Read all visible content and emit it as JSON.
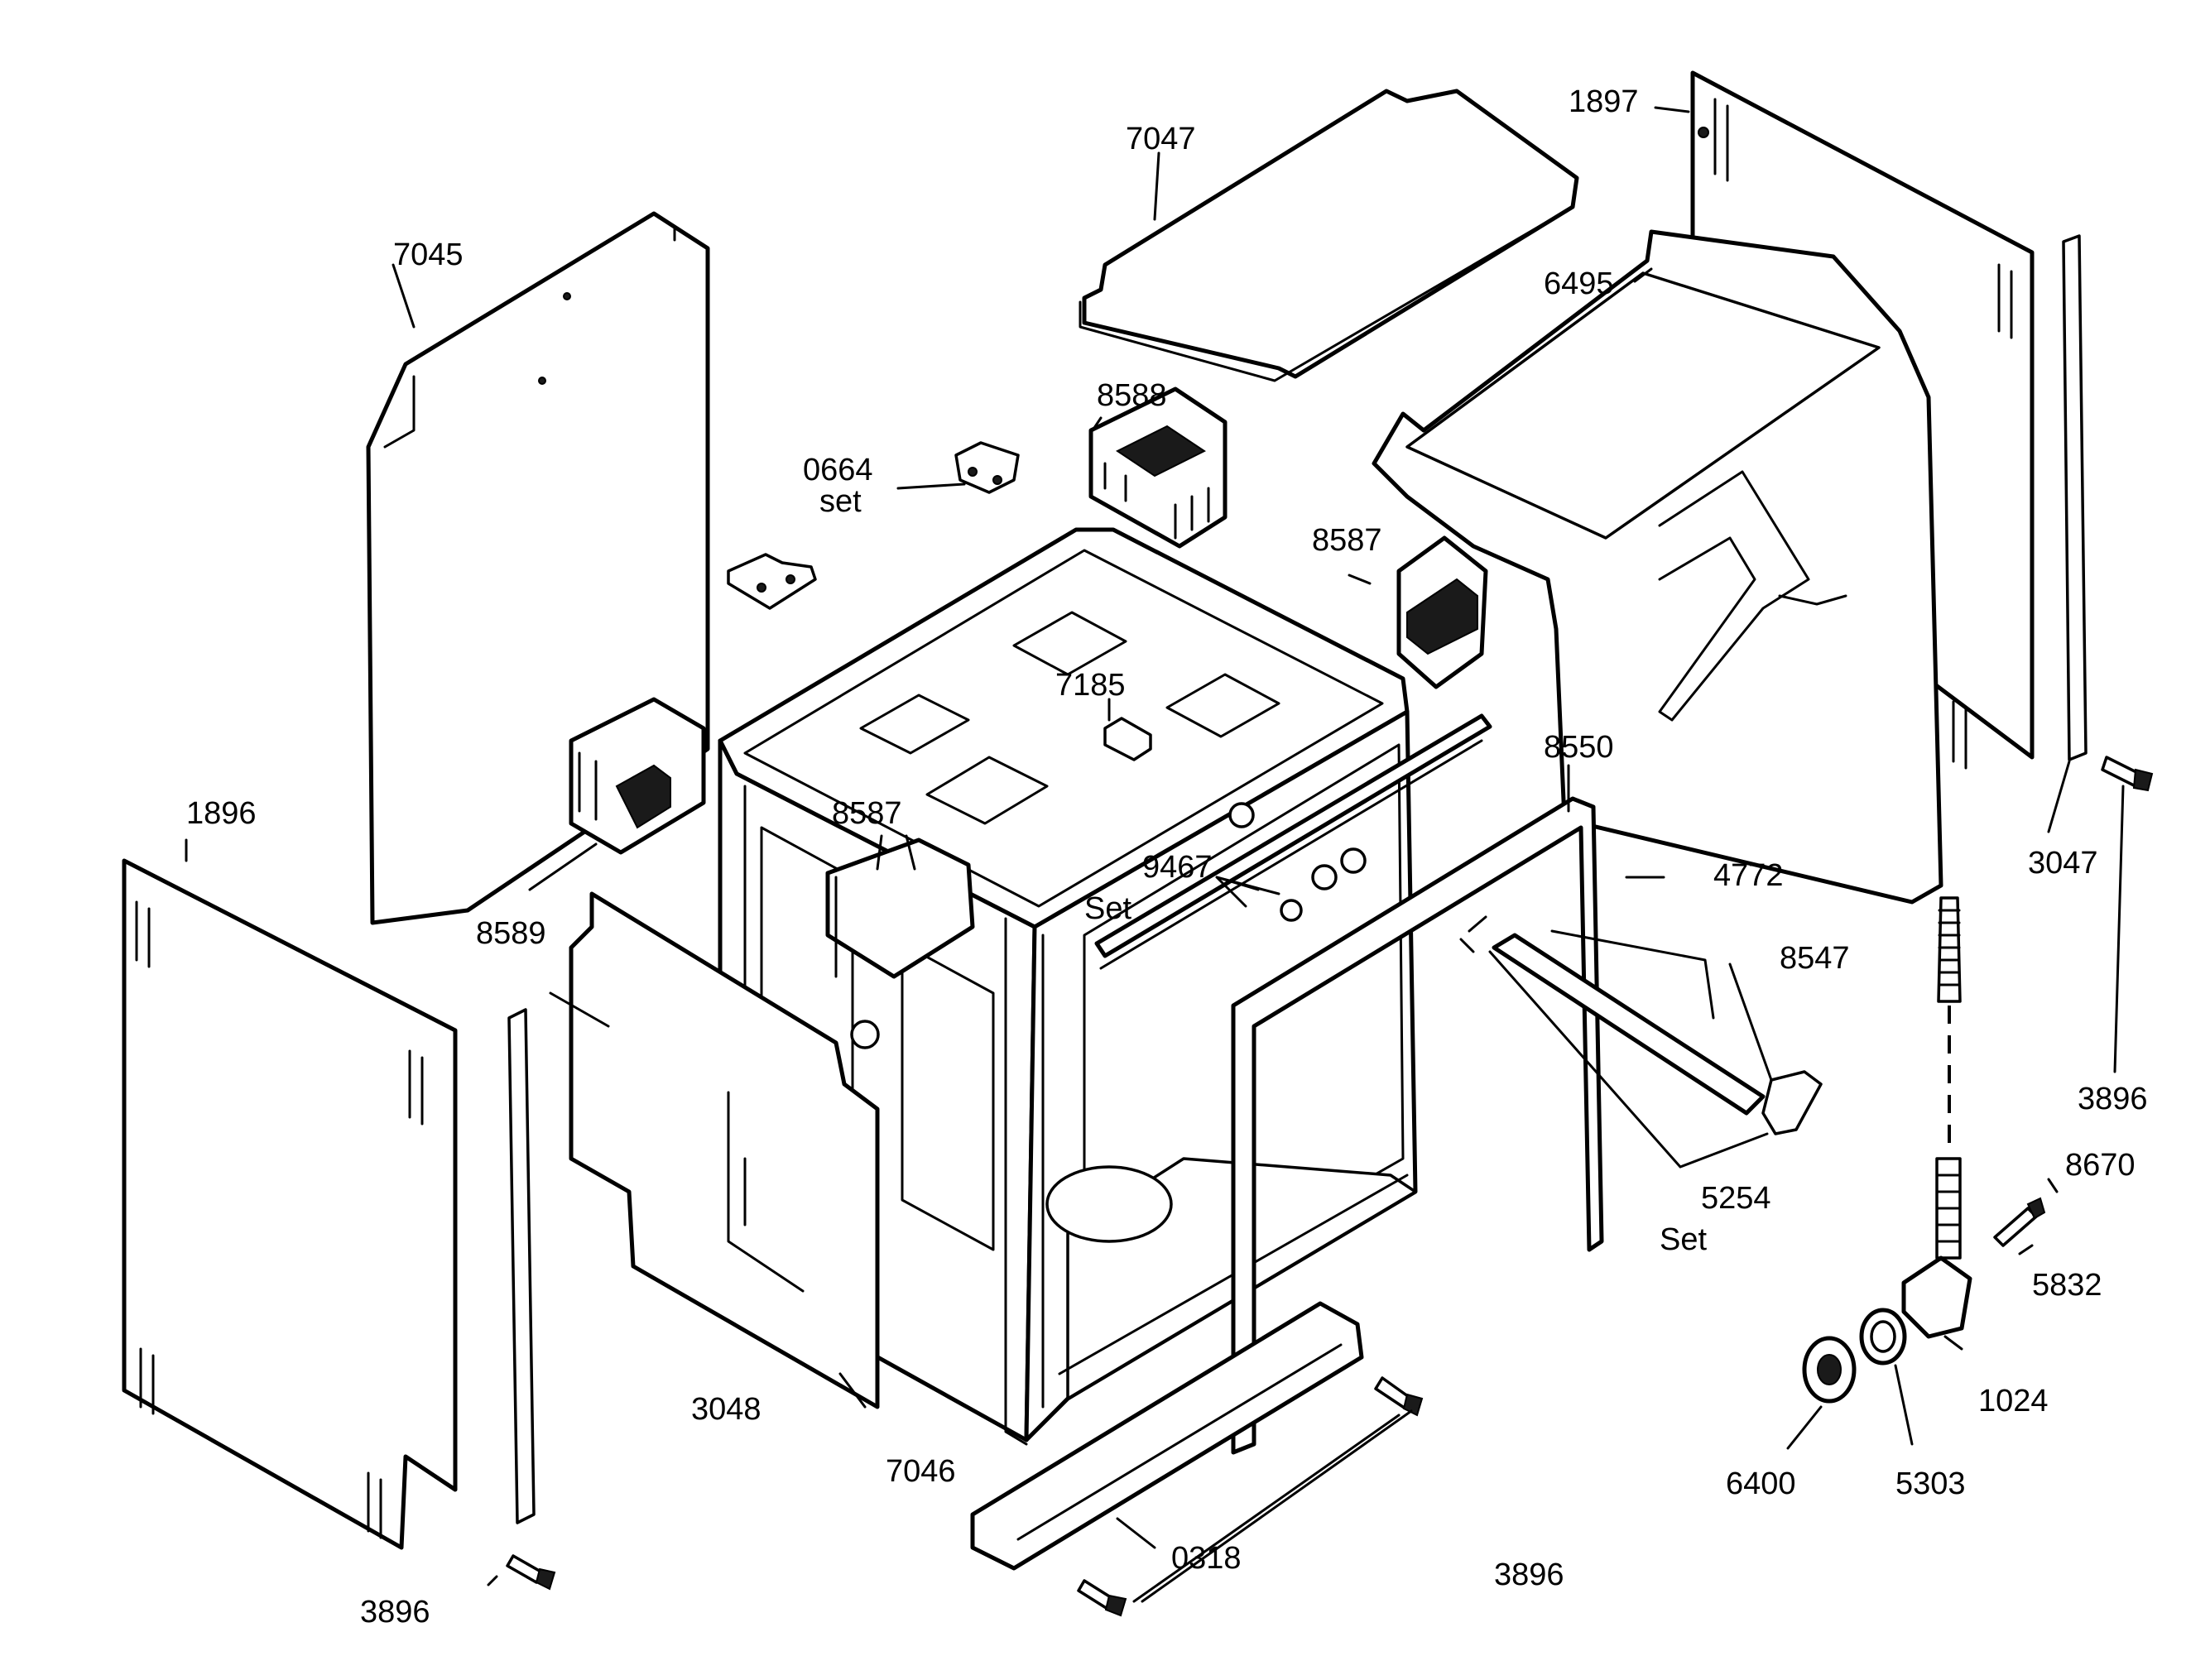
{
  "diagram": {
    "labels": {
      "p1897": "1897",
      "p7047": "7047",
      "p7045": "7045",
      "p6495": "6495",
      "p8588": "8588",
      "p0664": "0664",
      "p0664_sub": "set",
      "p8587_top": "8587",
      "p7185": "7185",
      "p8550": "8550",
      "p1896": "1896",
      "p8587_mid": "8587",
      "p9467": "9467",
      "p9467_sub": "Set",
      "p8589": "8589",
      "p4772": "4772",
      "p3047": "3047",
      "p8547": "8547",
      "p3896_right": "3896",
      "p8670": "8670",
      "p5254": "5254",
      "p5254_sub": "Set",
      "p5832": "5832",
      "p1024": "1024",
      "p3048": "3048",
      "p7046": "7046",
      "p6400": "6400",
      "p5303": "5303",
      "p0318": "0318",
      "p3896_bottom": "3896",
      "p3896_left": "3896"
    }
  }
}
